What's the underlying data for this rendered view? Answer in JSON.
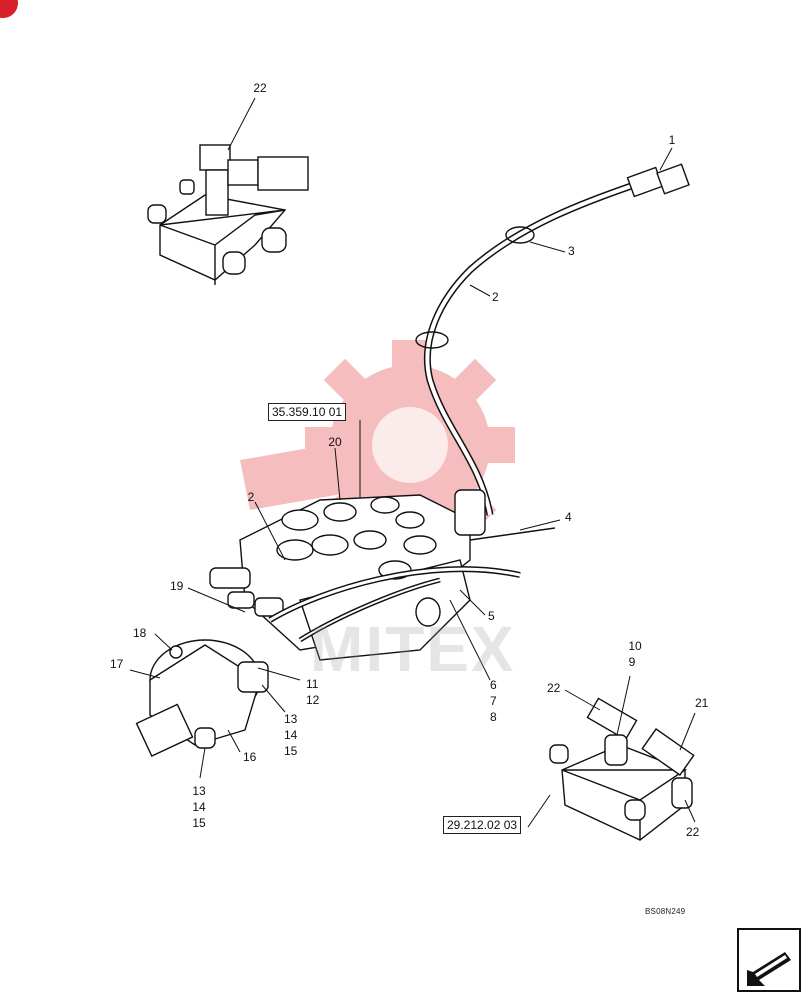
{
  "diagram": {
    "drawing_code": "BS08N249",
    "references": {
      "top": "35.359.10 01",
      "bottom": "29.212.02 03"
    },
    "watermark_text": "MITEX",
    "accent_color": "#d8202a",
    "watermark_color": "#f2a8a8",
    "labels": {
      "detail_top_22": "22",
      "hose_1": "1",
      "clamp_3": "3",
      "hose_2": "2",
      "valve_20": "20",
      "part_4": "4",
      "part_2_left": "2",
      "part_19": "19",
      "part_5": "5",
      "part_18": "18",
      "part_17": "17",
      "part_11": "11",
      "part_12": "12",
      "part_6": "6",
      "part_7": "7",
      "part_8": "8",
      "part_13_a": "13",
      "part_14_a": "14",
      "part_15_a": "15",
      "part_16": "16",
      "part_13_b": "13",
      "part_14_b": "14",
      "part_15_b": "15",
      "part_10": "10",
      "part_9": "9",
      "detail_bottom_22_left": "22",
      "part_21": "21",
      "detail_bottom_22_right": "22"
    },
    "nav_icon": "arrow-down-left-icon"
  }
}
